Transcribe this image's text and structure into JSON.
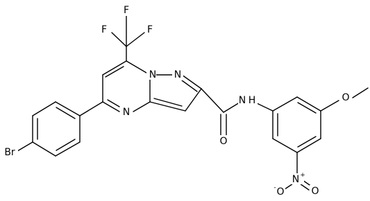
{
  "molecule": {
    "atom_labels": {
      "f1": "F",
      "f2": "F",
      "f3": "F",
      "n_pyr1": "N",
      "n_pyr2": "N",
      "n_pyr3": "N",
      "nh": "N",
      "h": "H",
      "o_amide": "O",
      "o_methoxy": "O",
      "o_nitro1": "O",
      "o_nitro2": "O",
      "n_nitro": "N",
      "br": "Br",
      "charge_plus": "+",
      "charge_minus": "-"
    }
  }
}
